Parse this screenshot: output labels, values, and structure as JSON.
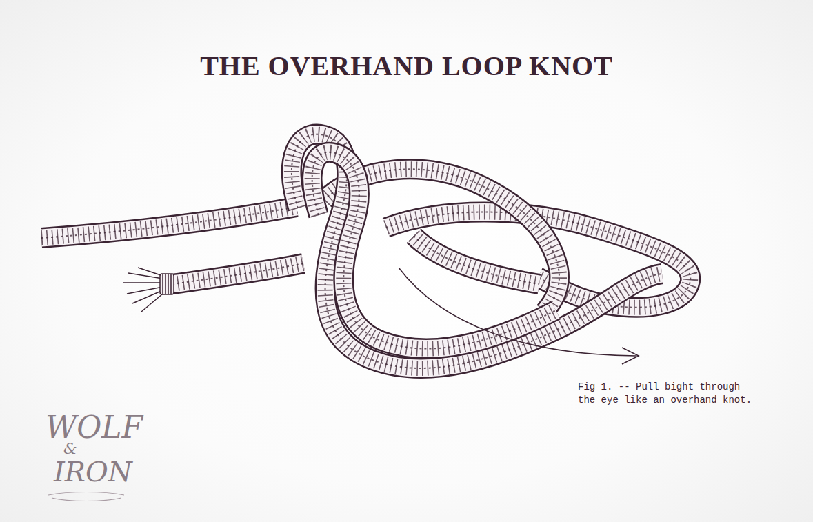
{
  "diagram": {
    "title": "THE OVERHAND LOOP KNOT",
    "caption": "Fig 1. -- Pull bight through the eye like an overhand knot.",
    "labels": [
      "WOLF",
      "&",
      "IRON"
    ]
  }
}
